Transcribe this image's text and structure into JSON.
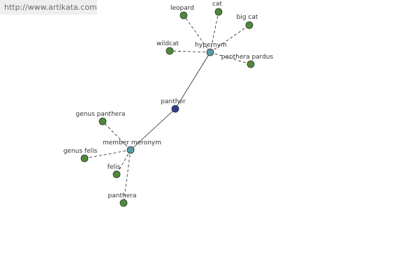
{
  "site_url": "http://www.artikata.com",
  "colors": {
    "center": "#2b3f8f",
    "relation": "#5a9aa8",
    "leaf": "#4f8a3a"
  },
  "nodes": {
    "panther": "panther",
    "hypernym": "hypernym",
    "member_meronym": "member meronym",
    "leopard": "leopard",
    "cat": "cat",
    "big_cat": "big cat",
    "wildcat": "wildcat",
    "panthera_pardus": "panthera pardus",
    "genus_panthera": "genus panthera",
    "genus_felis": "genus felis",
    "felis": "felis",
    "panthera": "panthera"
  }
}
